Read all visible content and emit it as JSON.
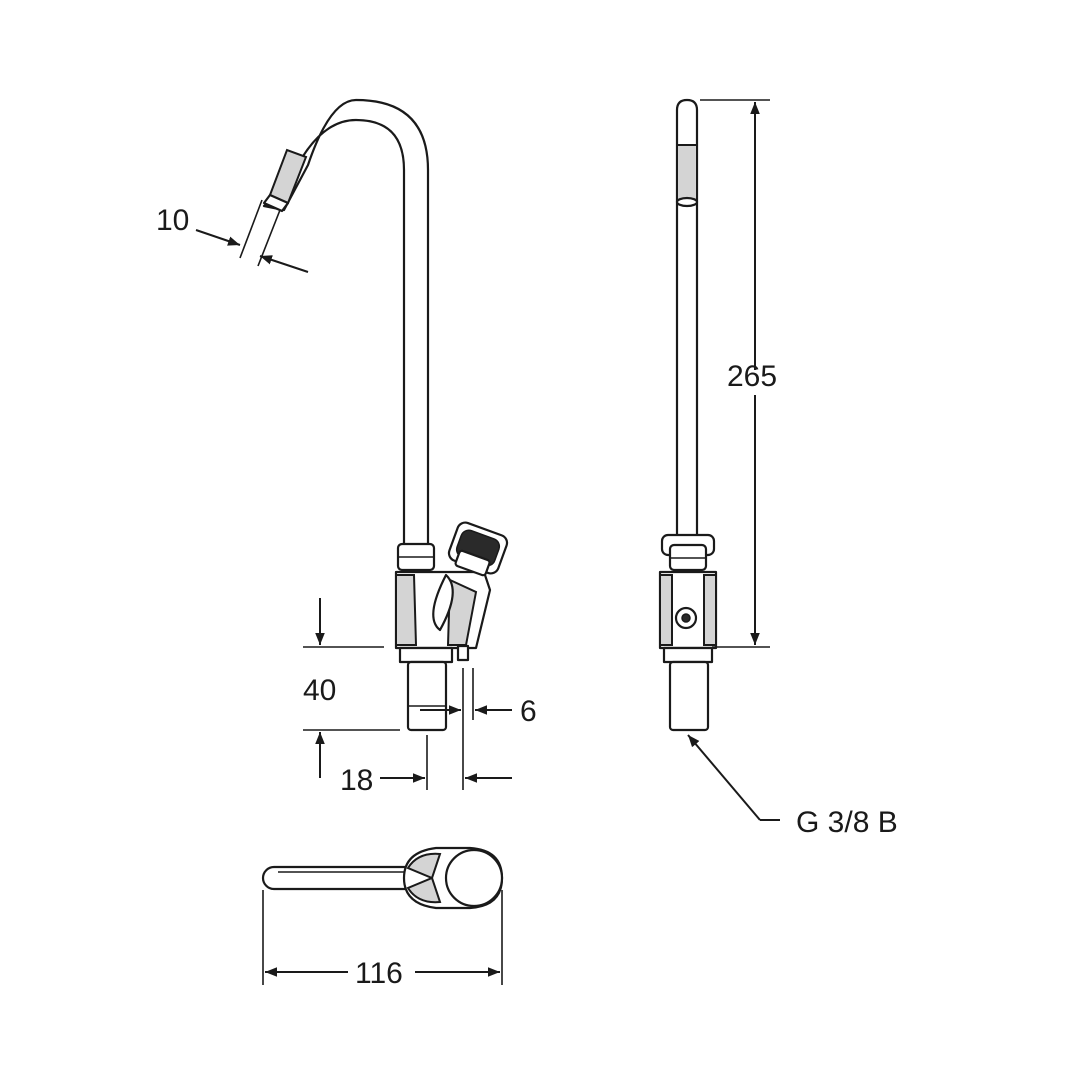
{
  "dimensions": {
    "outlet_diameter": "10",
    "spout_height": "265",
    "shank_length": "40",
    "button_offset": "6",
    "shank_diameter": "18",
    "thread": "G 3/8 B",
    "spout_reach": "116"
  },
  "colors": {
    "line": "#1a1a1a",
    "shade": "#d4d4d4",
    "dark": "#2a2a2a",
    "background": "#ffffff"
  }
}
